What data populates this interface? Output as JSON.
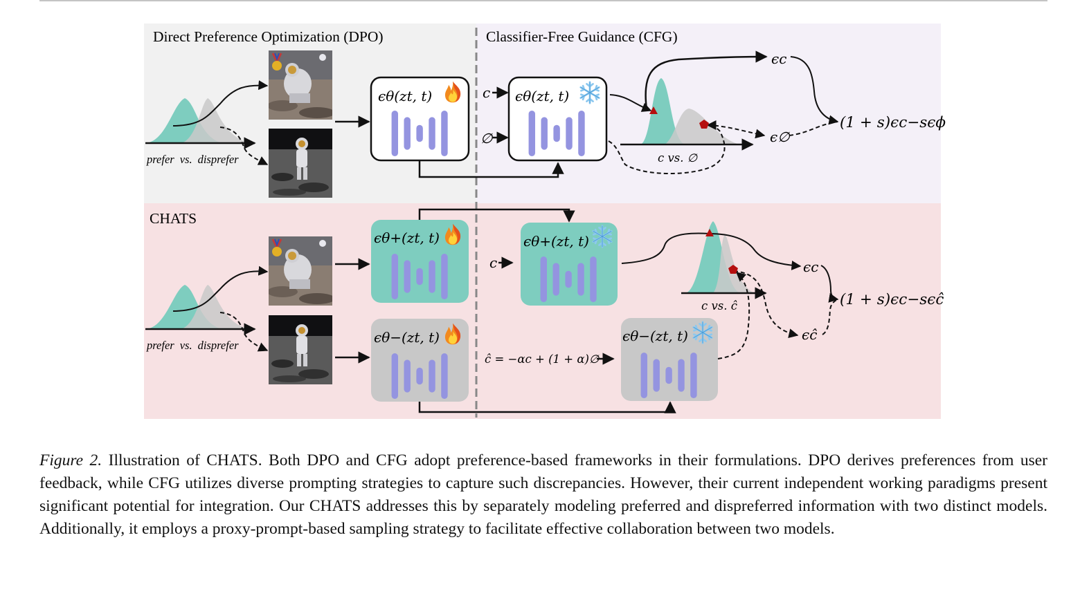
{
  "panels": {
    "dpo_title": "Direct Preference Optimization (DPO)",
    "cfg_title": "Classifier-Free Guidance (CFG)",
    "chats_title": "CHATS"
  },
  "labels": {
    "prefer": "prefer",
    "vs": "vs.",
    "disprefer": "disprefer",
    "c": "c",
    "null": "∅",
    "c_vs_null": "c  vs.  ∅",
    "c_vs_chat": "c  vs.  ĉ",
    "proxy_prompt": "ĉ = −αc + (1 + α)∅"
  },
  "models": {
    "dpo_trainable": "ϵθ(zt, t)",
    "cfg_frozen": "ϵθ(zt, t)",
    "chats_pos_trainable": "ϵθ+(zt, t)",
    "chats_pos_frozen": "ϵθ+(zt, t)",
    "chats_neg_trainable": "ϵθ−(zt, t)",
    "chats_neg_frozen": "ϵθ−(zt, t)"
  },
  "outputs": {
    "eps_c": "ϵc",
    "eps_null": "ϵ∅",
    "eps_chat": "ϵĉ",
    "cfg_formula": "(1 + s)ϵc−sϵϕ",
    "chats_formula": "(1 + s)ϵc−sϵĉ"
  },
  "caption": {
    "figure_label": "Figure 2.",
    "text": "Illustration of CHATS. Both DPO and CFG adopt preference-based frameworks in their formulations. DPO derives preferences from user feedback, while CFG utilizes diverse prompting strategies to capture such discrepancies. However, their current independent working paradigms present significant potential for integration.  Our CHATS addresses this by separately modeling preferred and dispreferred information with two distinct models. Additionally, it employs a proxy-prompt-based sampling strategy to facilitate effective collaboration between two models."
  },
  "icons": {
    "trainable": "fire-icon",
    "frozen": "snowflake-icon",
    "preferred_image": "astronaut-with-medal-image",
    "dispreferred_image": "astronaut-standing-image"
  },
  "colors": {
    "teal": "#7ecdbf",
    "gray_dist": "#c9c9c9",
    "unet_bars": "#9494e0",
    "model_teal_bg": "#7ecdbf",
    "model_gray_bg": "#c8c8c8",
    "top_left_bg": "#f1f1f1",
    "top_right_bg": "#f4f0f8",
    "bottom_bg": "#f7e1e3",
    "marker_red": "#b50f0f"
  }
}
